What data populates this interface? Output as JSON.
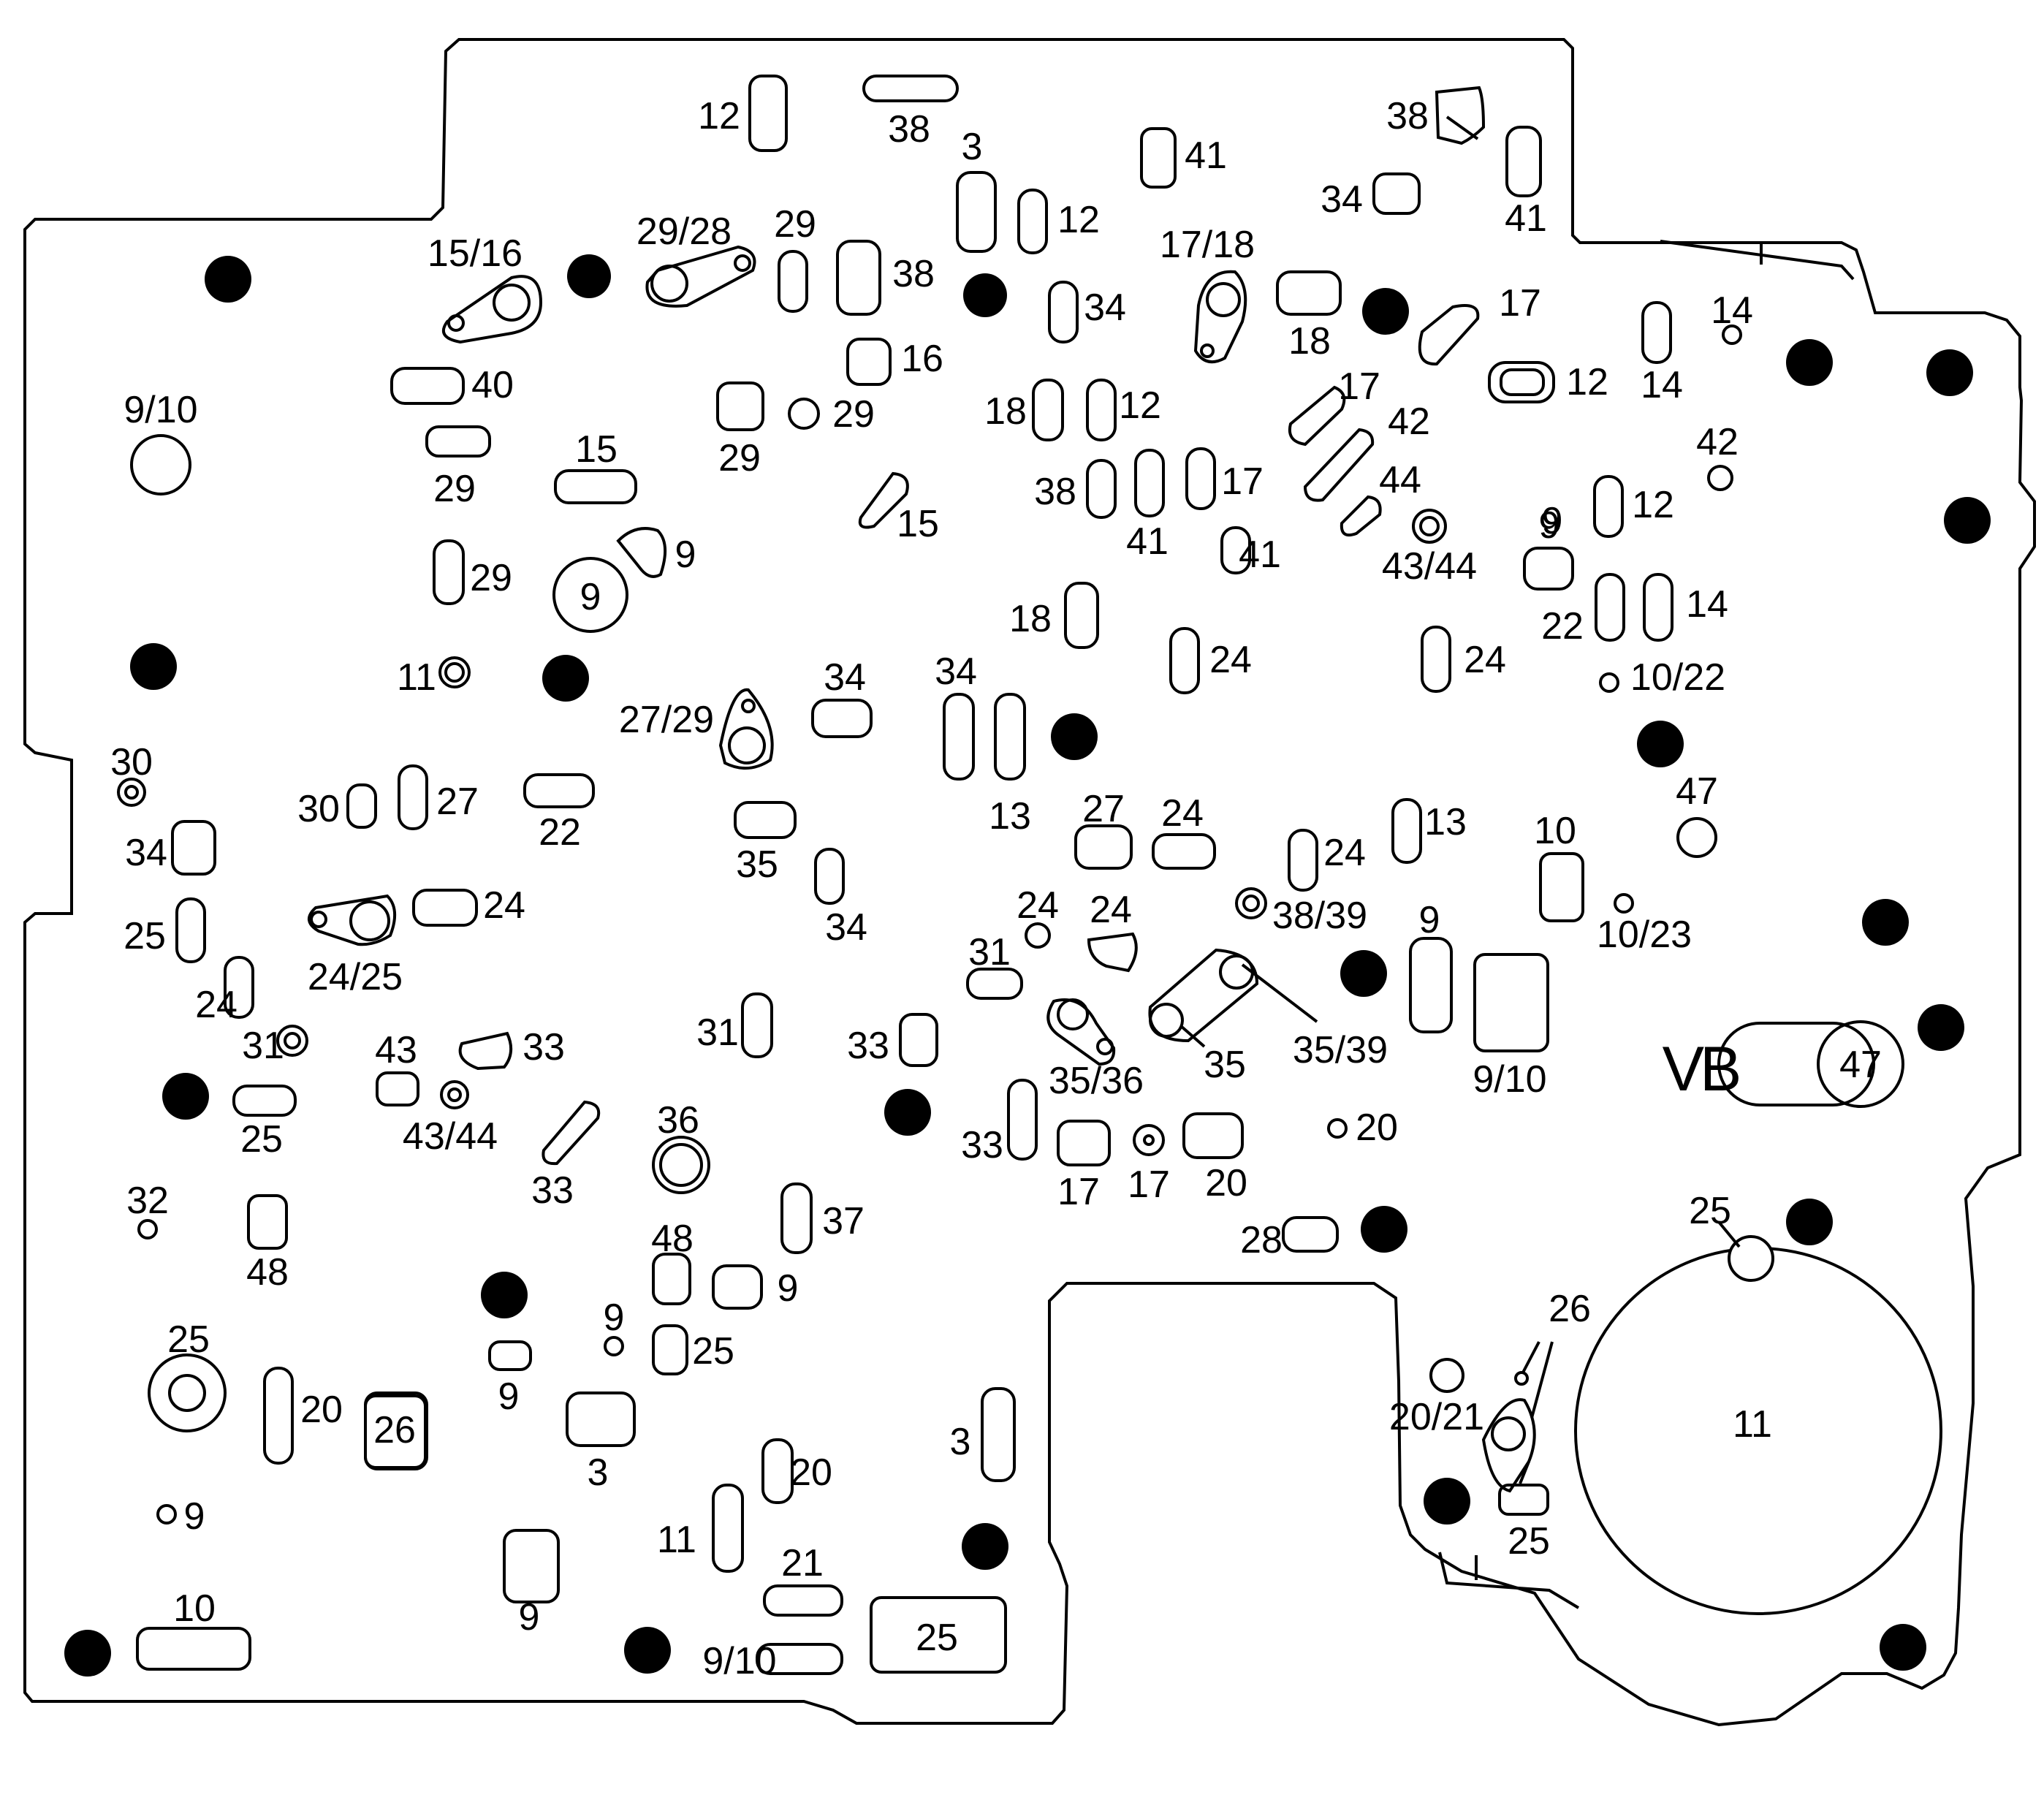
{
  "diagram": {
    "labels": [
      "12",
      "38",
      "3",
      "41",
      "38",
      "34",
      "41",
      "15/16",
      "29/28",
      "29",
      "38",
      "12",
      "34",
      "17/18",
      "18",
      "17",
      "14",
      "9/10",
      "40",
      "16",
      "29",
      "29",
      "18",
      "12",
      "17",
      "42",
      "12",
      "14",
      "29",
      "15",
      "15",
      "38",
      "41",
      "17",
      "44",
      "42",
      "9",
      "29",
      "9",
      "41",
      "43/44",
      "12",
      "9",
      "9",
      "18",
      "22",
      "14",
      "11",
      "34",
      "27/29",
      "24",
      "24",
      "10/22",
      "30",
      "34",
      "13",
      "47",
      "30",
      "27",
      "22",
      "27",
      "24",
      "13",
      "10",
      "34",
      "35",
      "34",
      "24",
      "24",
      "25",
      "24",
      "24/25",
      "31",
      "24",
      "38/39",
      "10/23",
      "9",
      "24",
      "31",
      "31",
      "33",
      "43",
      "33",
      "35/39",
      "VB",
      "47",
      "25",
      "43/44",
      "33",
      "35/36",
      "35",
      "9/10",
      "36",
      "17",
      "17",
      "20",
      "20",
      "33",
      "37",
      "32",
      "48",
      "48",
      "28",
      "9",
      "25",
      "20",
      "26",
      "20/21",
      "25",
      "9",
      "25",
      "9",
      "9",
      "26",
      "3",
      "11",
      "20",
      "3",
      "11",
      "25",
      "21",
      "9/10",
      "9",
      "25",
      "10",
      "9"
    ]
  }
}
